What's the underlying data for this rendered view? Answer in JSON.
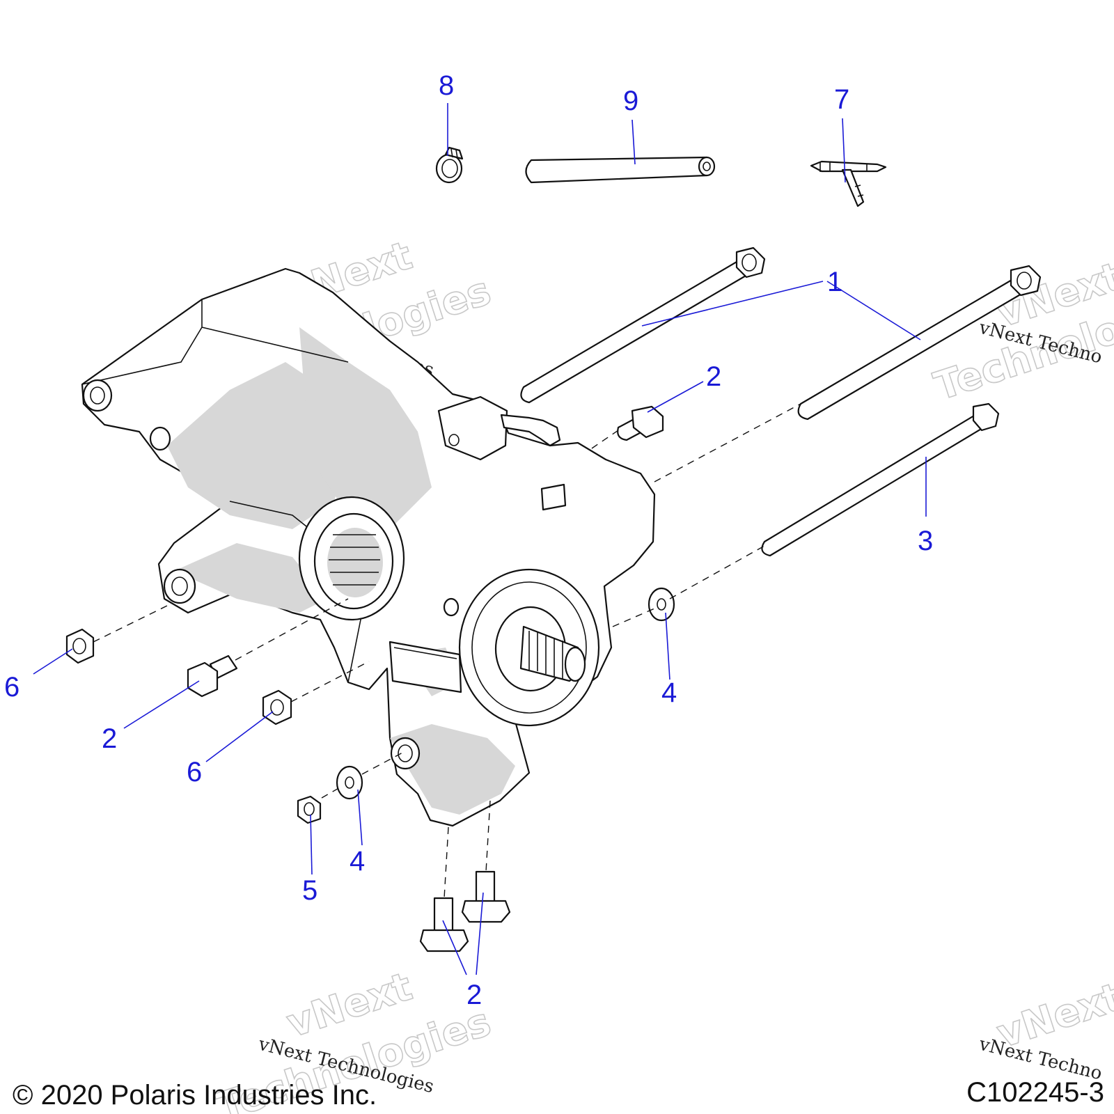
{
  "callouts": {
    "c8": "8",
    "c9": "9",
    "c7": "7",
    "c1": "1",
    "c2_top": "2",
    "c3": "3",
    "c4_right": "4",
    "c6_left": "6",
    "c2_left": "2",
    "c6_mid": "6",
    "c4_bottom": "4",
    "c5": "5",
    "c2_bottom": "2"
  },
  "watermarks": {
    "big_line1": "vNext",
    "big_line2": "Technologies",
    "small": "vNext Technologies",
    "right_small": "vNext Techno",
    "right_big1": "vNext",
    "right_big2": "Technolo"
  },
  "footer": {
    "copyright": "© 2020 Polaris Industries Inc.",
    "figure_id": "C102245-3"
  },
  "colors": {
    "callout": "#1a1ad6",
    "line": "#111111",
    "shade": "#d7d7d7"
  }
}
